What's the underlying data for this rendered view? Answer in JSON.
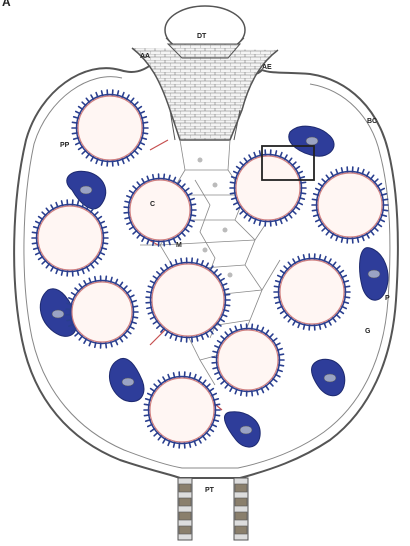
{
  "panel_letter": "A",
  "labels": {
    "dt": "DT",
    "aa": "AA",
    "ae": "AE",
    "bc": "BC",
    "pp": "PP",
    "c": "C",
    "m": "M",
    "p": "P",
    "g": "G",
    "pt": "PT"
  },
  "colors": {
    "outline": "#555555",
    "follicle_fill": "#fff6f3",
    "follicle_ring": "#d08080",
    "spine": "#2a3f8f",
    "blue_cell": "#2e3d9a",
    "nucleus": "#9aa3c4",
    "medulla_line": "#8a8a8a",
    "red_vessel": "#c65050"
  }
}
